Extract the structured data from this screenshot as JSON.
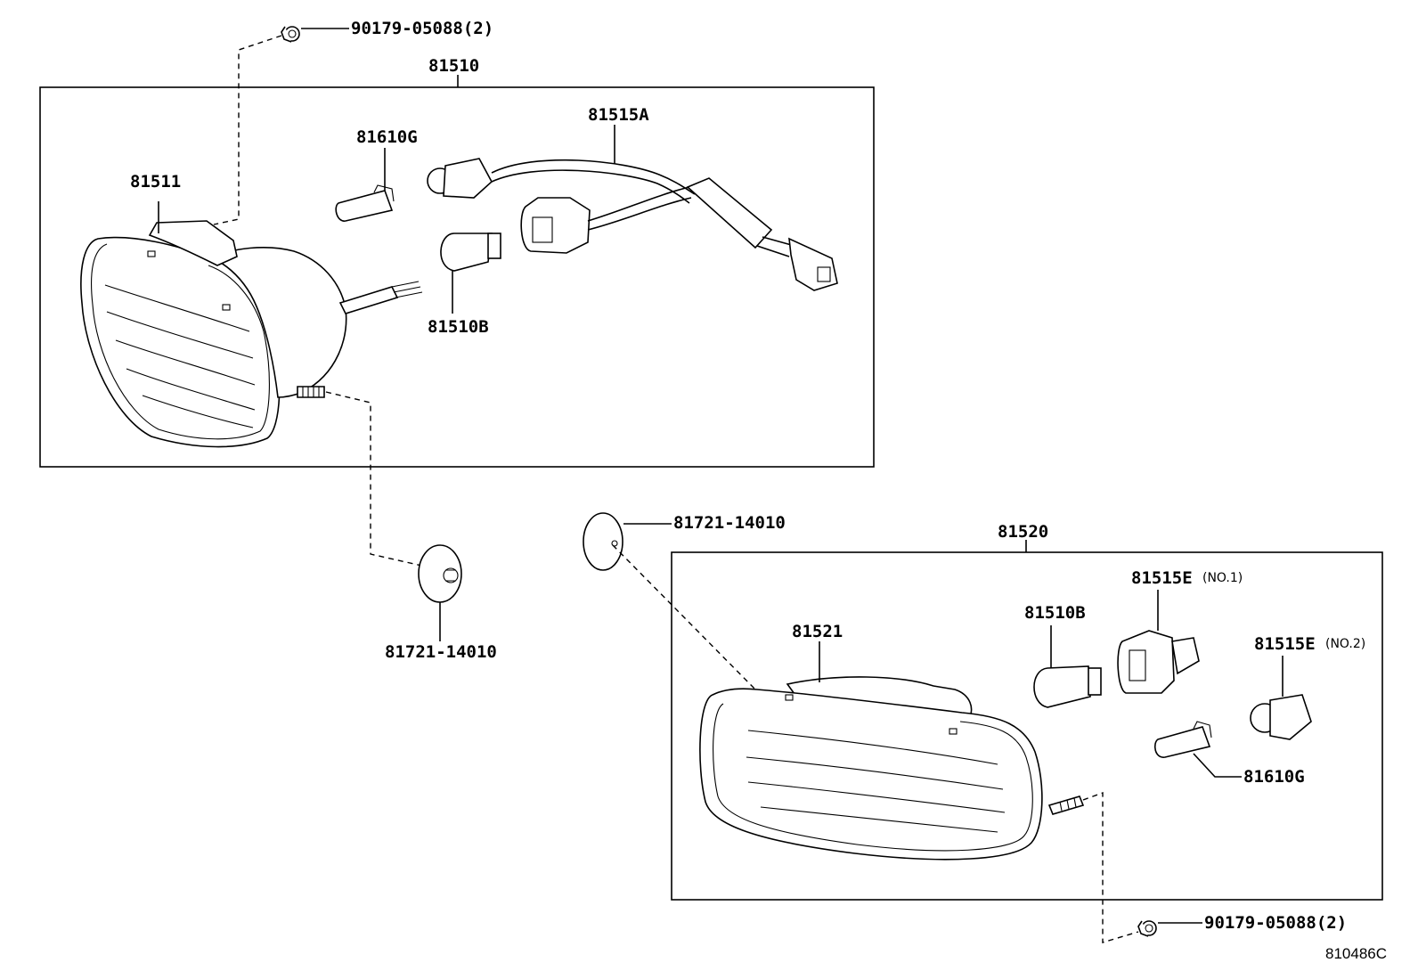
{
  "labels": {
    "nut_top": "90179-05088(2)",
    "assy_left": "81510",
    "lens_left": "81511",
    "bulb_small_left": "81610G",
    "socket_wire": "81515A",
    "bulb_left": "81510B",
    "grommet_left": "81721-14010",
    "grommet_right": "81721-14010",
    "assy_right": "81520",
    "socket_no1": "81515E",
    "socket_no1_note": "(NO.1)",
    "bulb_right": "81510B",
    "lens_right": "81521",
    "socket_no2": "81515E",
    "socket_no2_note": "(NO.2)",
    "bulb_small_right": "81610G",
    "nut_bottom": "90179-05088(2)",
    "figure_ref": "810486C"
  }
}
